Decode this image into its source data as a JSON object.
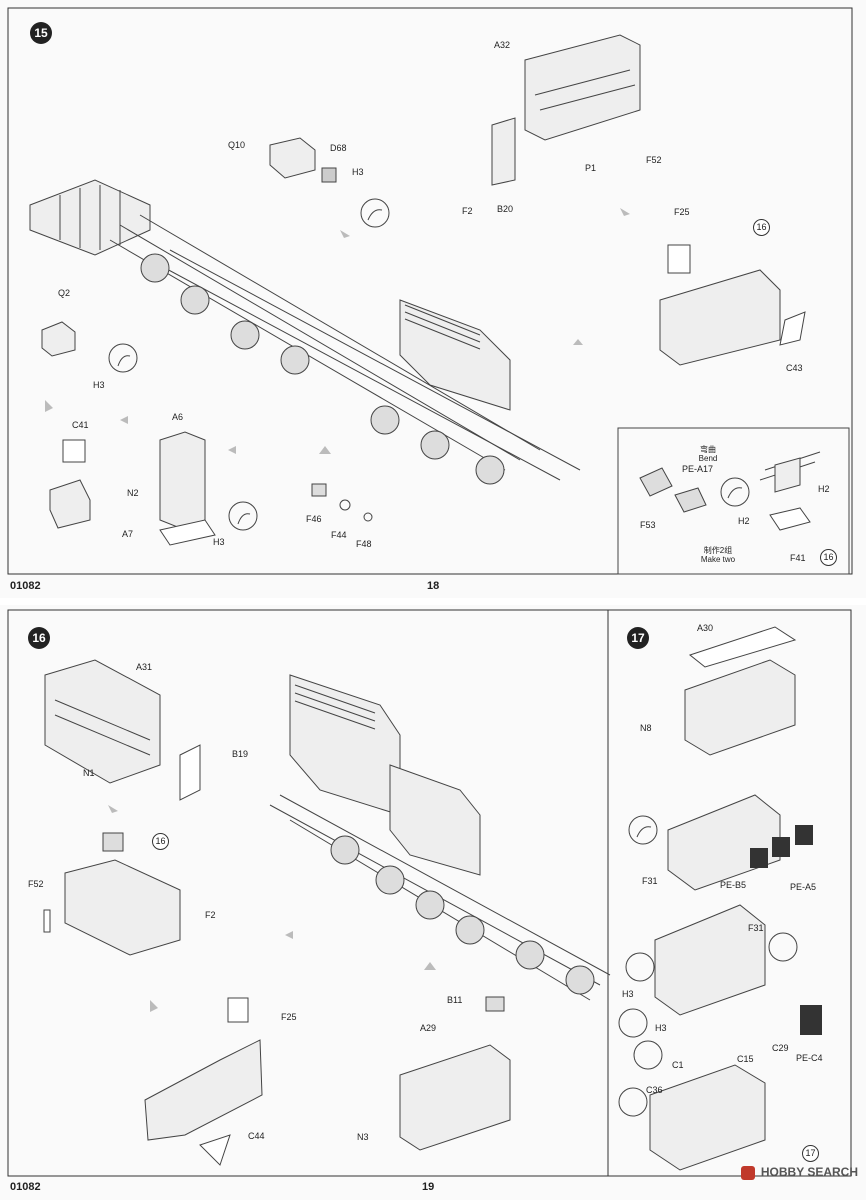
{
  "page_top": {
    "code": "01082",
    "page_number": "18",
    "step": "15",
    "labels": {
      "A32": "A32",
      "Q10": "Q10",
      "D68": "D68",
      "H3a": "H3",
      "P1": "P1",
      "F52": "F52",
      "F2": "F2",
      "B20": "B20",
      "F25": "F25",
      "ref16a": "16",
      "C43": "C43",
      "Q2": "Q2",
      "H3b": "H3",
      "C41": "C41",
      "A6": "A6",
      "N2": "N2",
      "A7": "A7",
      "H3c": "H3",
      "F46": "F46",
      "F44": "F44",
      "F48": "F48"
    },
    "inset": {
      "bend_cn": "弯曲",
      "bend": "Bend",
      "pe": "PE-A17",
      "F53": "F53",
      "H2a": "H2",
      "H2b": "H2",
      "F41": "F41",
      "make_two_cn": "制作2组",
      "make_two": "Make two",
      "ref16": "16"
    }
  },
  "page_bottom": {
    "code": "01082",
    "page_number": "19",
    "step16": "16",
    "step17": "17",
    "labels16": {
      "A31": "A31",
      "B19": "B19",
      "N1": "N1",
      "ref16": "16",
      "F52": "F52",
      "F2": "F2",
      "F25": "F25",
      "C44": "C44",
      "B11": "B11",
      "A29": "A29",
      "N3": "N3"
    },
    "labels17": {
      "A30": "A30",
      "N8": "N8",
      "F31a": "F31",
      "PEB5": "PE-B5",
      "PEA5": "PE-A5",
      "F31b": "F31",
      "H3a": "H3",
      "H3b": "H3",
      "C29": "C29",
      "PEC4": "PE-C4",
      "C1": "C1",
      "C15": "C15",
      "C36": "C36",
      "ref17": "17"
    }
  },
  "watermark": "HOBBY SEARCH"
}
